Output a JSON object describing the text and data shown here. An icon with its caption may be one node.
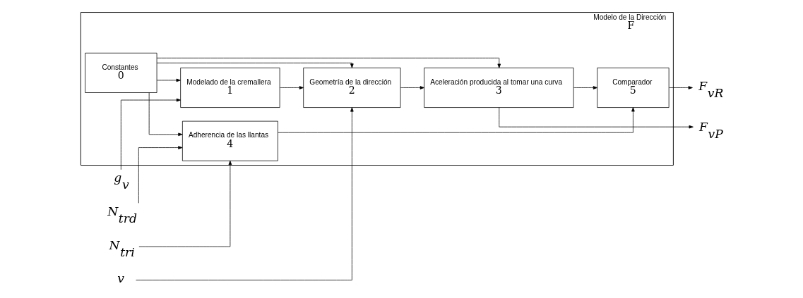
{
  "diagram": {
    "nodes": [
      {
        "text": [
          "Modelo de la Dirección",
          "F"
        ]
      },
      {
        "text": [
          "Constantes",
          "0"
        ],
        "in": 0
      },
      {
        "text": [
          "Modelado de la cremallera",
          "1"
        ],
        "in": 0
      },
      {
        "text": [
          "Geometría de la dirección",
          "2"
        ],
        "in": 0
      },
      {
        "text": [
          "Aceleración producida al tomar una curva",
          "3"
        ],
        "in": 0
      },
      {
        "text": [
          "Adherencia de las llantas",
          "4"
        ],
        "in": 0
      },
      {
        "text": [
          "Comparador",
          "5"
        ],
        "in": 0
      },
      {
        "text": [
          "g$_{v}$"
        ]
      },
      {
        "text": [
          "v"
        ]
      },
      {
        "text": [
          "N$_{trd}$"
        ]
      },
      {
        "text": [
          "N$_{tri}$"
        ]
      },
      {
        "text": [
          "F$_{vP}$"
        ]
      },
      {
        "text": [
          "F$_{vR}$"
        ]
      }
    ],
    "edges": [
      {
        "from": 1,
        "to": 2,
        "arrow": "to"
      },
      {
        "from": 1,
        "to": 3,
        "arrow": "to"
      },
      {
        "from": 1,
        "to": 4,
        "arrow": "to"
      },
      {
        "from": 1,
        "to": 5,
        "arrow": "to"
      },
      {
        "from": 7,
        "to": 2,
        "arrow": "to"
      },
      {
        "from": 8,
        "to": 3,
        "arrow": "to"
      },
      {
        "from": 2,
        "to": 3,
        "arrow": "to"
      },
      {
        "from": 3,
        "to": 4,
        "arrow": "to"
      },
      {
        "from": 4,
        "to": 11,
        "arrow": "to"
      },
      {
        "from": 4,
        "to": 6,
        "arrow": "to"
      },
      {
        "from": 5,
        "to": 6,
        "arrow": "to"
      },
      {
        "from": 6,
        "to": 12,
        "arrow": "to"
      },
      {
        "from": 9,
        "to": 5,
        "arrow": "to"
      },
      {
        "from": 10,
        "to": 5,
        "arrow": "to"
      }
    ]
  }
}
